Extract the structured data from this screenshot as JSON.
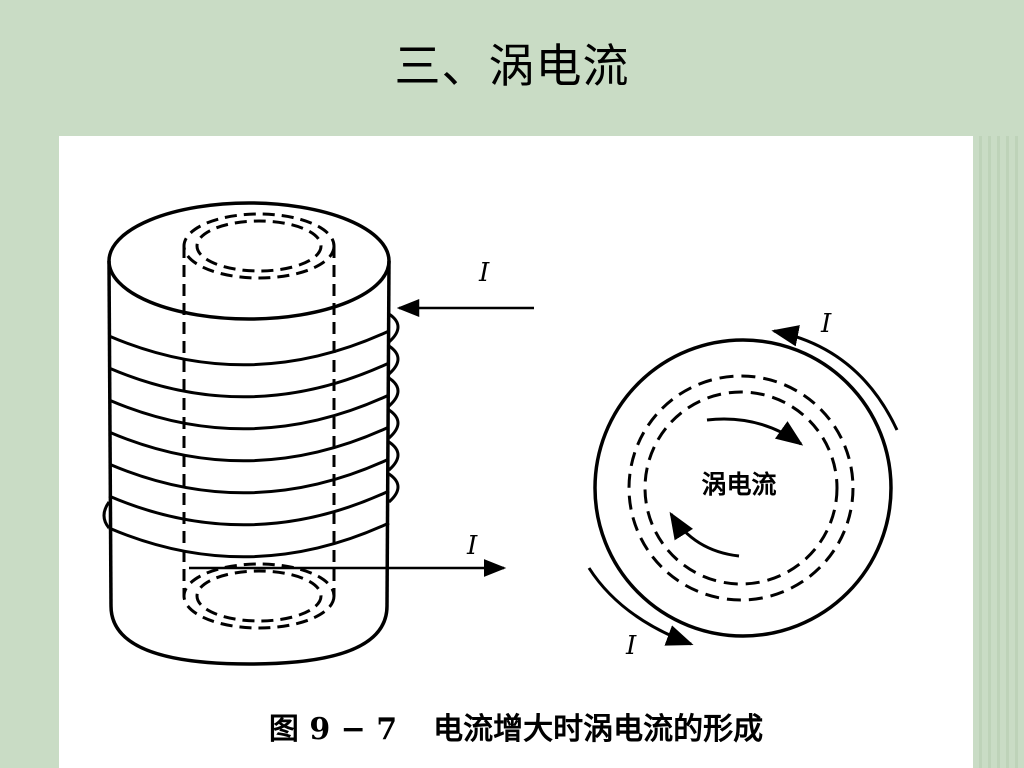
{
  "slide": {
    "title": "三、涡电流"
  },
  "diagram": {
    "current_label": "I",
    "eddy_label": "涡电流"
  },
  "caption": {
    "figure_number": "图 9 − 7",
    "text": "电流增大时涡电流的形成"
  }
}
